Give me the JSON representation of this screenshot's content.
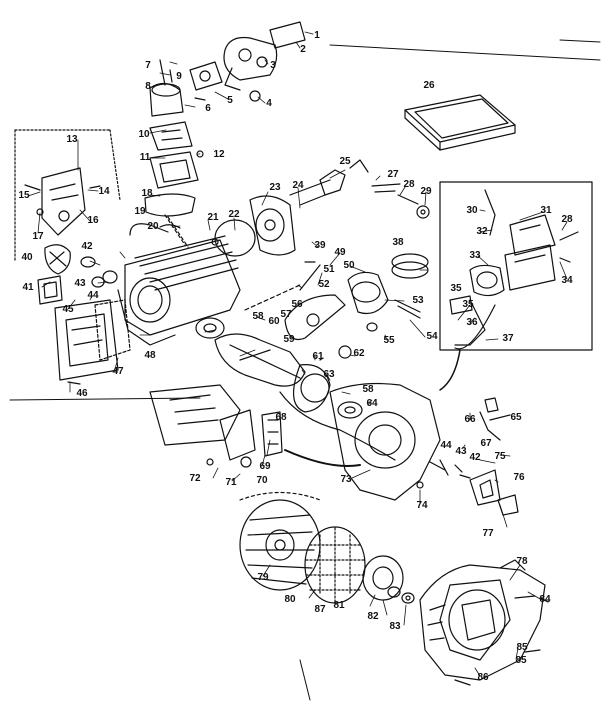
{
  "diagram": {
    "type": "exploded-parts-view",
    "line_color": "#111111",
    "background": "#ffffff",
    "callouts": [
      "1",
      "2",
      "3",
      "4",
      "5",
      "6",
      "7",
      "8",
      "9",
      "10",
      "11",
      "12",
      "13",
      "14",
      "15",
      "16",
      "17",
      "18",
      "19",
      "20",
      "21",
      "22",
      "23",
      "24",
      "25",
      "26",
      "27",
      "28",
      "29",
      "30",
      "31",
      "32",
      "33",
      "34",
      "35",
      "36",
      "37",
      "38",
      "39",
      "40",
      "41",
      "42",
      "43",
      "44",
      "45",
      "46",
      "47",
      "48",
      "49",
      "50",
      "51",
      "52",
      "53",
      "54",
      "55",
      "56",
      "57",
      "58",
      "59",
      "60",
      "61",
      "62",
      "63",
      "64",
      "65",
      "66",
      "67",
      "68",
      "69",
      "70",
      "71",
      "72",
      "73",
      "74",
      "75",
      "76",
      "77",
      "78",
      "79",
      "80",
      "81",
      "82",
      "83",
      "84",
      "85",
      "86",
      "87"
    ],
    "extra_labels": {
      "l28b": "28",
      "l35b": "35",
      "l42b": "42",
      "l43b": "43",
      "l44b": "44",
      "l58b": "58",
      "l85b": "85"
    }
  }
}
